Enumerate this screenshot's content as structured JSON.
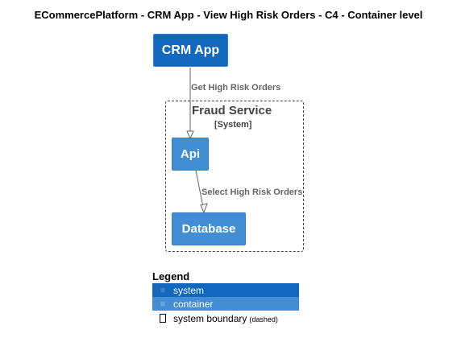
{
  "title": "ECommercePlatform - CRM App - View High Risk Orders - C4 - Container level",
  "nodes": {
    "crm_app": {
      "label": "CRM App"
    },
    "api": {
      "label": "Api"
    },
    "database": {
      "label": "Database"
    }
  },
  "boundary": {
    "name": "Fraud Service",
    "type": "[System]"
  },
  "relationships": [
    {
      "label": "Get High Risk Orders"
    },
    {
      "label": "Select High Risk Orders"
    }
  ],
  "legend": {
    "title": "Legend",
    "items": [
      {
        "label": "system",
        "color": "#1168bd",
        "icon": "legend-swatch-icon"
      },
      {
        "label": "container",
        "color": "#438dd5",
        "icon": "legend-swatch-icon"
      },
      {
        "label": "system boundary",
        "note": "(dashed)",
        "icon": "dashed-box-icon"
      }
    ]
  },
  "colors": {
    "system": "#1168bd",
    "container": "#438dd5",
    "boundary": "#444444",
    "arrow": "#666666"
  }
}
